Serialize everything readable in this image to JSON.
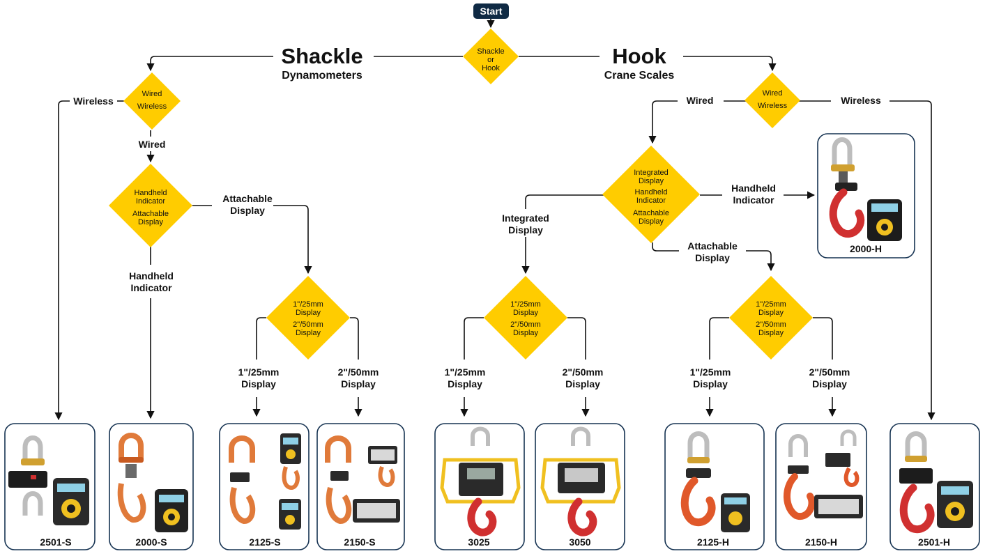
{
  "colors": {
    "diamond": "#ffcc00",
    "start_bg": "#0f2a44",
    "card_border": "#163352",
    "line": "#111111"
  },
  "start": {
    "label": "Start"
  },
  "root": {
    "line1": "Shackle",
    "line2": "or",
    "line3": "Hook"
  },
  "shackle": {
    "title": "Shackle",
    "subtitle": "Dynamometers",
    "d1": {
      "line1": "Wired",
      "line2": "Wireless"
    },
    "wireless": "Wireless",
    "wired": "Wired",
    "d2": {
      "line1": "Handheld",
      "line2": "Indicator",
      "line3": "Attachable",
      "line4": "Display"
    },
    "attachable": {
      "line1": "Attachable",
      "line2": "Display"
    },
    "handheld": {
      "line1": "Handheld",
      "line2": "Indicator"
    },
    "d3": {
      "line1": "1\"/25mm",
      "line2": "Display",
      "line3": "2\"/50mm",
      "line4": "Display"
    },
    "opt1": {
      "line1": "1\"/25mm",
      "line2": "Display"
    },
    "opt2": {
      "line1": "2\"/50mm",
      "line2": "Display"
    }
  },
  "hook": {
    "title": "Hook",
    "subtitle": "Crane Scales",
    "d1": {
      "line1": "Wired",
      "line2": "Wireless"
    },
    "wired": "Wired",
    "wireless": "Wireless",
    "d2": {
      "line1": "Integrated",
      "line2": "Display",
      "line3": "Handheld",
      "line4": "Indicator",
      "line5": "Attachable",
      "line6": "Display"
    },
    "integrated": {
      "line1": "Integrated",
      "line2": "Display"
    },
    "handheld": {
      "line1": "Handheld",
      "line2": "Indicator"
    },
    "attachable": {
      "line1": "Attachable",
      "line2": "Display"
    },
    "d3a": {
      "line1": "1\"/25mm",
      "line2": "Display",
      "line3": "2\"/50mm",
      "line4": "Display"
    },
    "opt1a": {
      "line1": "1\"/25mm",
      "line2": "Display"
    },
    "opt2a": {
      "line1": "2\"/50mm",
      "line2": "Display"
    },
    "d3b": {
      "line1": "1\"/25mm",
      "line2": "Display",
      "line3": "2\"/50mm",
      "line4": "Display"
    },
    "opt1b": {
      "line1": "1\"/25mm",
      "line2": "Display"
    },
    "opt2b": {
      "line1": "2\"/50mm",
      "line2": "Display"
    }
  },
  "products": {
    "p2000h": "2000-H",
    "p2501s": "2501-S",
    "p2000s": "2000-S",
    "p2125s": "2125-S",
    "p2150s": "2150-S",
    "p3025": "3025",
    "p3050": "3050",
    "p2125h": "2125-H",
    "p2150h": "2150-H",
    "p2501h": "2501-H"
  }
}
